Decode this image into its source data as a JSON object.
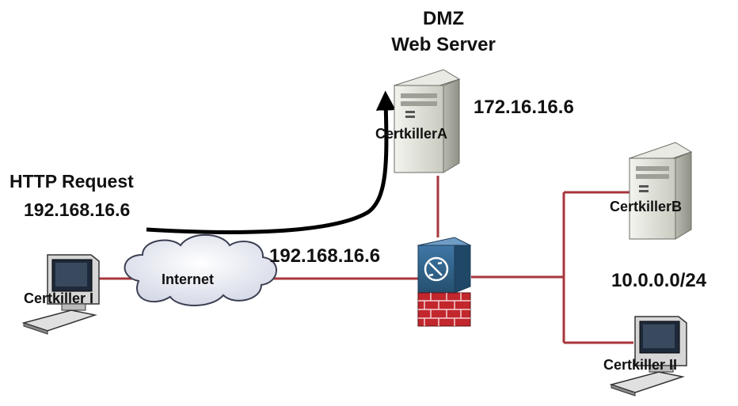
{
  "dmz": {
    "title_line1": "DMZ",
    "title_line2": "Web Server",
    "server_name": "CertkillerA",
    "server_ip": "172.16.16.6"
  },
  "http": {
    "label": "HTTP Request",
    "ip": "192.168.16.6"
  },
  "internet": {
    "label": "Internet"
  },
  "firewall": {
    "ip": "192.168.16.6"
  },
  "client_left": {
    "name": "Certkiller I"
  },
  "lan": {
    "server_name": "CertkillerB",
    "subnet": "10.0.0.0/24",
    "client_name": "Certkiller II"
  },
  "colors": {
    "link": "#a8363c",
    "request_arrow": "#000000",
    "cloud_fill": "#dfe2ee",
    "cloud_stroke": "#3b3f52",
    "firewall_body": "#2f5f8a",
    "firewall_brick": "#c2272d",
    "server_body": "#e6e7de"
  },
  "icons": [
    "server-icon",
    "firewall-icon",
    "cloud-icon",
    "workstation-icon",
    "arrow-icon"
  ]
}
